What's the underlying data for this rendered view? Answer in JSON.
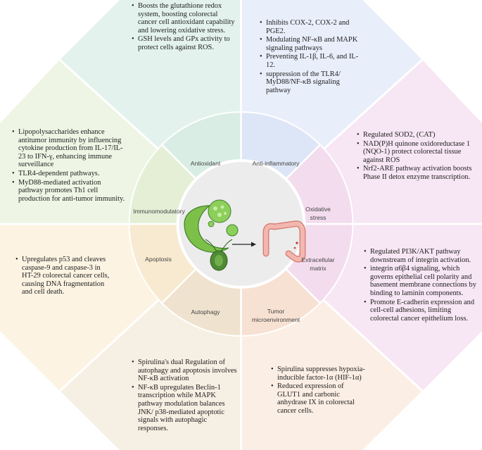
{
  "segments": {
    "antioxidant": {
      "label": "Antioxidant",
      "color": "#e3f2ed",
      "points": [
        "Boosts the glutathione redox system, boosting colorectal cancer cell antioxidant capability and lowering oxidative stress.",
        "GSH levels and GPx activity to protect cells against ROS."
      ]
    },
    "anti_inflammatory": {
      "label": "Anti-inflammatory",
      "color": "#e8eefa",
      "points": [
        "Inhibits COX-2, COX-2 and PGE2.",
        "Modulating NF-κB and MAPK signaling pathways",
        "Preventing IL-1β, IL-6, and IL-12.",
        " suppression of the TLR4/ MyD88/NF-κB signaling pathway"
      ]
    },
    "oxidative_stress": {
      "label_line1": "Oxidative",
      "label_line2": "stress",
      "color": "#f7e6f3",
      "points": [
        "Regulated SOD2,  (CAT)",
        "NAD(P)H quinone oxidoreductase 1 (NQO-1) protect colorectal tissue against ROS",
        "Nrf2-ARE pathway activation boosts Phase II detox enzyme transcription."
      ]
    },
    "extracellular_matrix": {
      "label_line1": "Extracellular",
      "label_line2": "matrix",
      "color": "#f7e6f3",
      "points": [
        "Regulated PI3K/AKT pathway downstream of integrin activation.",
        " integrin α6β4 signaling, which governs epithelial cell polarity and basement membrane connections by binding to laminin components.",
        "Promote E-cadherin expression and cell-cell adhesions, limiting colorectal cancer epithelium loss."
      ]
    },
    "tumor_microenvironment": {
      "label_line1": "Tumor",
      "label_line2": "microenvironment",
      "color": "#fbeee4",
      "points": [
        "Spirulina suppresses hypoxia-inducible factor-1α (HIF-1α)",
        "Reduced expression of GLUT1 and carbonic anhydrase IX in colorectal cancer cells."
      ]
    },
    "autophagy": {
      "label": "Autophagy",
      "color": "#f6efe3",
      "points": [
        "Spirulina's dual Regulation of autophagy and apoptosis involves NF-κB activation",
        "NF-κB upregulates Beclin-1 transcription while MAPK pathway modulation balances JNK/ p38-mediated apoptotic signals with autophagic responses."
      ]
    },
    "apoptosis": {
      "label": "Apoptosis",
      "color": "#fcf3e2",
      "points": [
        " Upregulates p53 and cleaves caspase-9 and caspase-3 in HT-29 colorectal cancer cells, causing DNA fragmentation and cell death."
      ]
    },
    "immunomodulatory": {
      "label": "Immunomodulatory",
      "color": "#eef5e4",
      "points": [
        "Lipopolysaccharides enhance antitumor immunity by influencing cytokine production from IL-17/IL-23 to IFN-γ, enhancing immune surveillance",
        "TLR4-dependent pathways.",
        " MyD88-mediated activation pathway promotes Th1 cell production for anti-tumor immunity."
      ]
    }
  },
  "colors": {
    "border": "#ffffff",
    "center": "#eeeeee",
    "algae_green": "#7cc04a",
    "algae_dark": "#3f7f2a",
    "colon": "#f2b8b0",
    "colon_edge": "#d98277"
  },
  "icons": [
    "spirulina-icon",
    "chlorella-icon",
    "arrow-icon",
    "colon-icon"
  ]
}
